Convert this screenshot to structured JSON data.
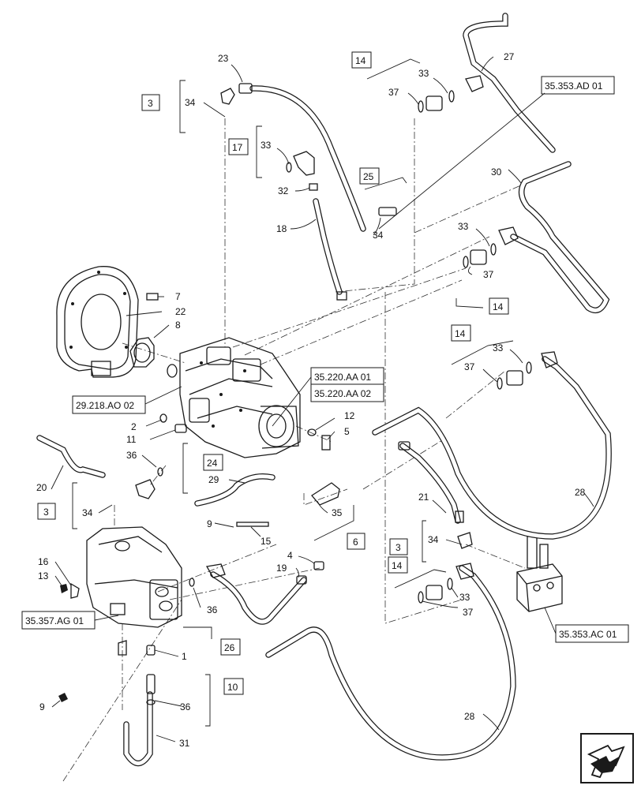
{
  "callouts": [
    {
      "id": "c23",
      "text": "23"
    },
    {
      "id": "c34a",
      "text": "34"
    },
    {
      "id": "c33a",
      "text": "33"
    },
    {
      "id": "c32",
      "text": "32"
    },
    {
      "id": "c18",
      "text": "18"
    },
    {
      "id": "c34b",
      "text": "34"
    },
    {
      "id": "c33b",
      "text": "33"
    },
    {
      "id": "c37a",
      "text": "37"
    },
    {
      "id": "c27",
      "text": "27"
    },
    {
      "id": "c30",
      "text": "30"
    },
    {
      "id": "c33c",
      "text": "33"
    },
    {
      "id": "c37b",
      "text": "37"
    },
    {
      "id": "c7",
      "text": "7"
    },
    {
      "id": "c22",
      "text": "22"
    },
    {
      "id": "c8",
      "text": "8"
    },
    {
      "id": "c33d",
      "text": "33"
    },
    {
      "id": "c37c",
      "text": "37"
    },
    {
      "id": "c2",
      "text": "2"
    },
    {
      "id": "c11",
      "text": "11"
    },
    {
      "id": "c12",
      "text": "12"
    },
    {
      "id": "c5",
      "text": "5"
    },
    {
      "id": "c36a",
      "text": "36"
    },
    {
      "id": "c20",
      "text": "20"
    },
    {
      "id": "c29",
      "text": "29"
    },
    {
      "id": "c34c",
      "text": "34"
    },
    {
      "id": "c35",
      "text": "35"
    },
    {
      "id": "c21",
      "text": "21"
    },
    {
      "id": "c28a",
      "text": "28"
    },
    {
      "id": "c9a",
      "text": "9"
    },
    {
      "id": "c15",
      "text": "15"
    },
    {
      "id": "c34d",
      "text": "34"
    },
    {
      "id": "c4",
      "text": "4"
    },
    {
      "id": "c19",
      "text": "19"
    },
    {
      "id": "c16",
      "text": "16"
    },
    {
      "id": "c13",
      "text": "13"
    },
    {
      "id": "c36b",
      "text": "36"
    },
    {
      "id": "c33e",
      "text": "33"
    },
    {
      "id": "c37d",
      "text": "37"
    },
    {
      "id": "c9b",
      "text": "9"
    },
    {
      "id": "c1",
      "text": "1"
    },
    {
      "id": "c36c",
      "text": "36"
    },
    {
      "id": "c28b",
      "text": "28"
    },
    {
      "id": "c31",
      "text": "31"
    }
  ],
  "group_boxes": [
    {
      "id": "g3a",
      "text": "3"
    },
    {
      "id": "g17",
      "text": "17"
    },
    {
      "id": "g14a",
      "text": "14"
    },
    {
      "id": "g25",
      "text": "25"
    },
    {
      "id": "g14b",
      "text": "14"
    },
    {
      "id": "g14c",
      "text": "14"
    },
    {
      "id": "g24",
      "text": "24"
    },
    {
      "id": "g3b",
      "text": "3"
    },
    {
      "id": "g6",
      "text": "6"
    },
    {
      "id": "g3c",
      "text": "3"
    },
    {
      "id": "g14d",
      "text": "14"
    },
    {
      "id": "g26",
      "text": "26"
    },
    {
      "id": "g10",
      "text": "10"
    }
  ],
  "references": [
    {
      "id": "r1",
      "text": "35.353.AD 01"
    },
    {
      "id": "r2",
      "text": "35.220.AA 01"
    },
    {
      "id": "r3",
      "text": "35.220.AA 02"
    },
    {
      "id": "r4",
      "text": "29.218.AO 02"
    },
    {
      "id": "r5",
      "text": "35.357.AG 01"
    },
    {
      "id": "r6",
      "text": "35.353.AC 01"
    }
  ],
  "icons": {
    "nav_arrow": "forward-arrow-icon"
  }
}
